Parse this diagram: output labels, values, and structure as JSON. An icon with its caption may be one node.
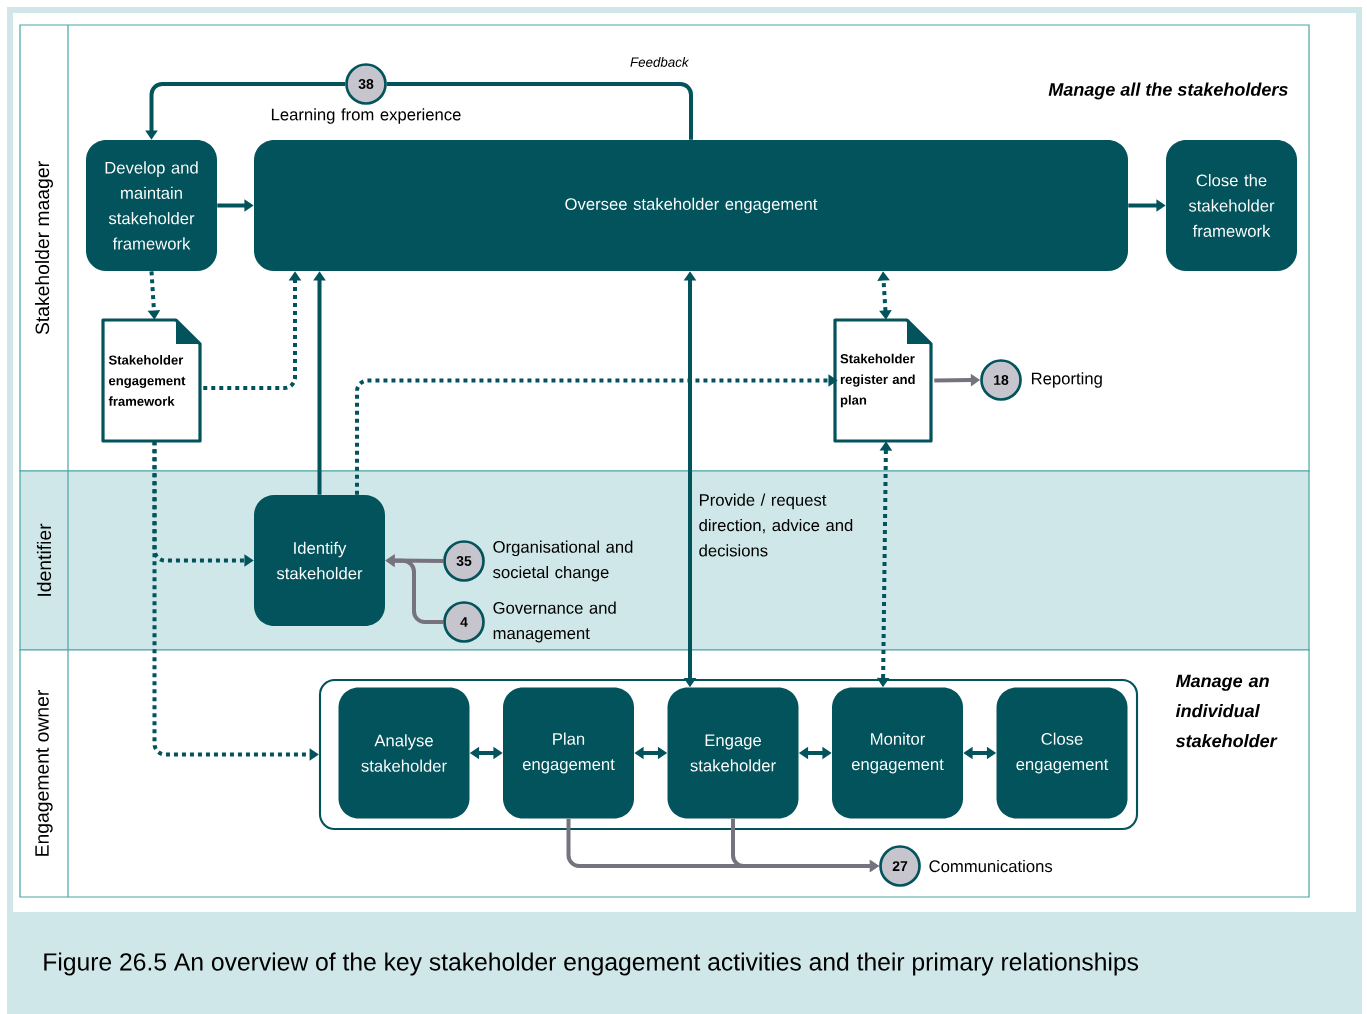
{
  "diagram": {
    "caption": "Figure 26.5 An overview of the key stakeholder engagement activities and their primary relationships",
    "nodes": [
      {
        "text": [
          "Stakeholder maager"
        ]
      },
      {
        "text": [
          "38"
        ],
        "in": 0,
        "beside": [
          "Learning from experience"
        ]
      },
      {
        "text": [
          "Develop and maintain stakeholder framework"
        ],
        "in": 0
      },
      {
        "text": [
          "Oversee stakeholder engagement"
        ],
        "in": 0
      },
      {
        "text": [
          "Close the stakeholder framework"
        ],
        "in": 0
      },
      {
        "text": [
          "Stakeholder engagement framework"
        ],
        "in": 0
      },
      {
        "text": [
          "Stakeholder register and plan"
        ],
        "in": 0
      },
      {
        "text": [
          "18"
        ],
        "in": 0,
        "beside": [
          "Reporting"
        ]
      },
      {
        "text": [
          "Identifier"
        ]
      },
      {
        "text": [
          "Identify stakeholder"
        ],
        "in": 8
      },
      {
        "text": [
          "35"
        ],
        "in": 8,
        "beside": [
          "Organisational and societal change"
        ]
      },
      {
        "text": [
          "4"
        ],
        "in": 8,
        "beside": [
          "Governance and management"
        ]
      },
      {
        "text": [
          "Engagement owner"
        ]
      },
      {
        "text": [],
        "shape": "box",
        "in": 12,
        "beside": [
          "Manage an individual stakeholder"
        ]
      },
      {
        "text": [
          "Analyse stakeholder"
        ],
        "in": 13
      },
      {
        "text": [
          "Plan engagement"
        ],
        "in": 13
      },
      {
        "text": [
          "Engage stakeholder"
        ],
        "in": 13
      },
      {
        "text": [
          "Monitor engagement"
        ],
        "in": 13
      },
      {
        "text": [
          "Close engagement"
        ],
        "in": 13
      },
      {
        "text": [
          "27"
        ],
        "in": 12,
        "beside": [
          "Communications"
        ]
      }
    ],
    "edges": [
      {
        "from": 3,
        "to": 1,
        "arrow": "none",
        "label": "Feedback"
      },
      {
        "from": 1,
        "to": 2,
        "arrow": "to"
      },
      {
        "from": 2,
        "to": 3,
        "arrow": "to"
      },
      {
        "from": 3,
        "to": 4,
        "arrow": "to"
      },
      {
        "from": 2,
        "to": 5,
        "arrow": "to",
        "style": "dashed"
      },
      {
        "from": 5,
        "to": 3,
        "arrow": "to",
        "style": "dashed"
      },
      {
        "from": 9,
        "to": 3,
        "arrow": "to"
      },
      {
        "from": 9,
        "to": 6,
        "arrow": "to",
        "style": "dashed"
      },
      {
        "from": 6,
        "to": 3,
        "arrow": "both",
        "style": "dashed"
      },
      {
        "from": 6,
        "to": 7,
        "arrow": "to",
        "color": "#76737f"
      },
      {
        "from": 3,
        "to": 16,
        "arrow": "both",
        "label": "Provide / request direction, advice and decisions"
      },
      {
        "from": 6,
        "to": 17,
        "arrow": "both",
        "style": "dashed"
      },
      {
        "from": 5,
        "to": 9,
        "arrow": "to",
        "style": "dashed"
      },
      {
        "from": 5,
        "to": 13,
        "arrow": "to",
        "style": "dashed"
      },
      {
        "from": 10,
        "to": 9,
        "arrow": "to",
        "color": "#76737f"
      },
      {
        "from": 11,
        "to": 9,
        "arrow": "to",
        "color": "#76737f"
      },
      {
        "from": 14,
        "to": 15,
        "arrow": "both"
      },
      {
        "from": 15,
        "to": 16,
        "arrow": "both"
      },
      {
        "from": 16,
        "to": 17,
        "arrow": "both"
      },
      {
        "from": 17,
        "to": 18,
        "arrow": "both"
      },
      {
        "from": 15,
        "to": 19,
        "arrow": "to",
        "color": "#76737f"
      },
      {
        "from": 16,
        "to": 19,
        "arrow": "to",
        "color": "#76737f"
      }
    ],
    "labels": [
      "Manage all the stakeholders"
    ]
  }
}
